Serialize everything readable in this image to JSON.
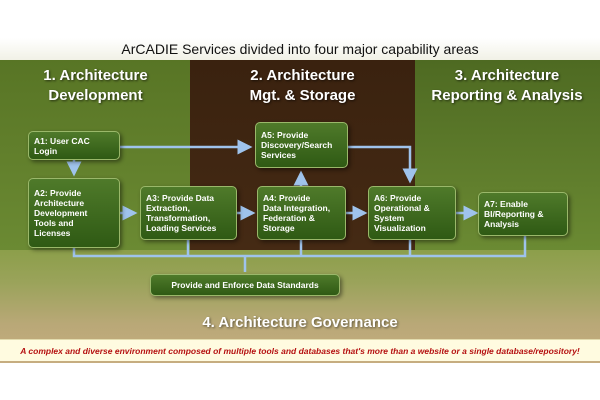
{
  "title": "ArCADIE Services divided into four major capability areas",
  "areas": {
    "development": "1. Architecture\nDevelopment",
    "management": "2. Architecture\nMgt. & Storage",
    "reporting": "3. Architecture\nReporting & Analysis",
    "governance": "4. Architecture Governance"
  },
  "boxes": {
    "a1": "A1: User CAC\nLogin",
    "a2": "A2: Provide\nArchitecture\nDevelopment\nTools and\nLicenses",
    "a3": "A3: Provide Data\nExtraction,\nTransformation,\nLoading Services",
    "a4": "A4: Provide\nData Integration,\nFederation &\nStorage",
    "a5": "A5: Provide\nDiscovery/Search\nServices",
    "a6": "A6: Provide\nOperational &\nSystem\nVisualization",
    "a7": "A7: Enable\nBI/Reporting &\nAnalysis",
    "standards": "Provide and Enforce Data Standards"
  },
  "footer": "A complex and diverse environment composed of multiple tools and databases that's more than a website or a single database/repository!",
  "colors": {
    "box_fill": "#3e6a1f",
    "box_border": "#9ab86a",
    "arrow": "#9fc3ec",
    "footer_text": "#b51010",
    "mgt_band": "#3f2512"
  }
}
